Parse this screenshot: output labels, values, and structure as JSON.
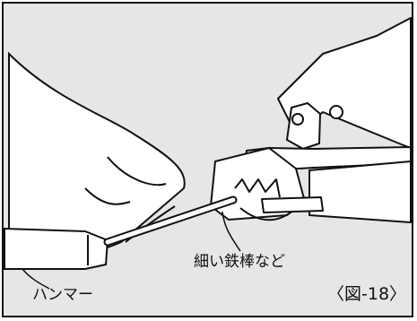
{
  "figure": {
    "labels": {
      "rod": "細い鉄棒など",
      "hammer": "ハンマー",
      "figure_number": "〈図-18〉"
    },
    "colors": {
      "background": "#e6e6e6",
      "line": "#111111",
      "fill": "#ffffff"
    }
  }
}
